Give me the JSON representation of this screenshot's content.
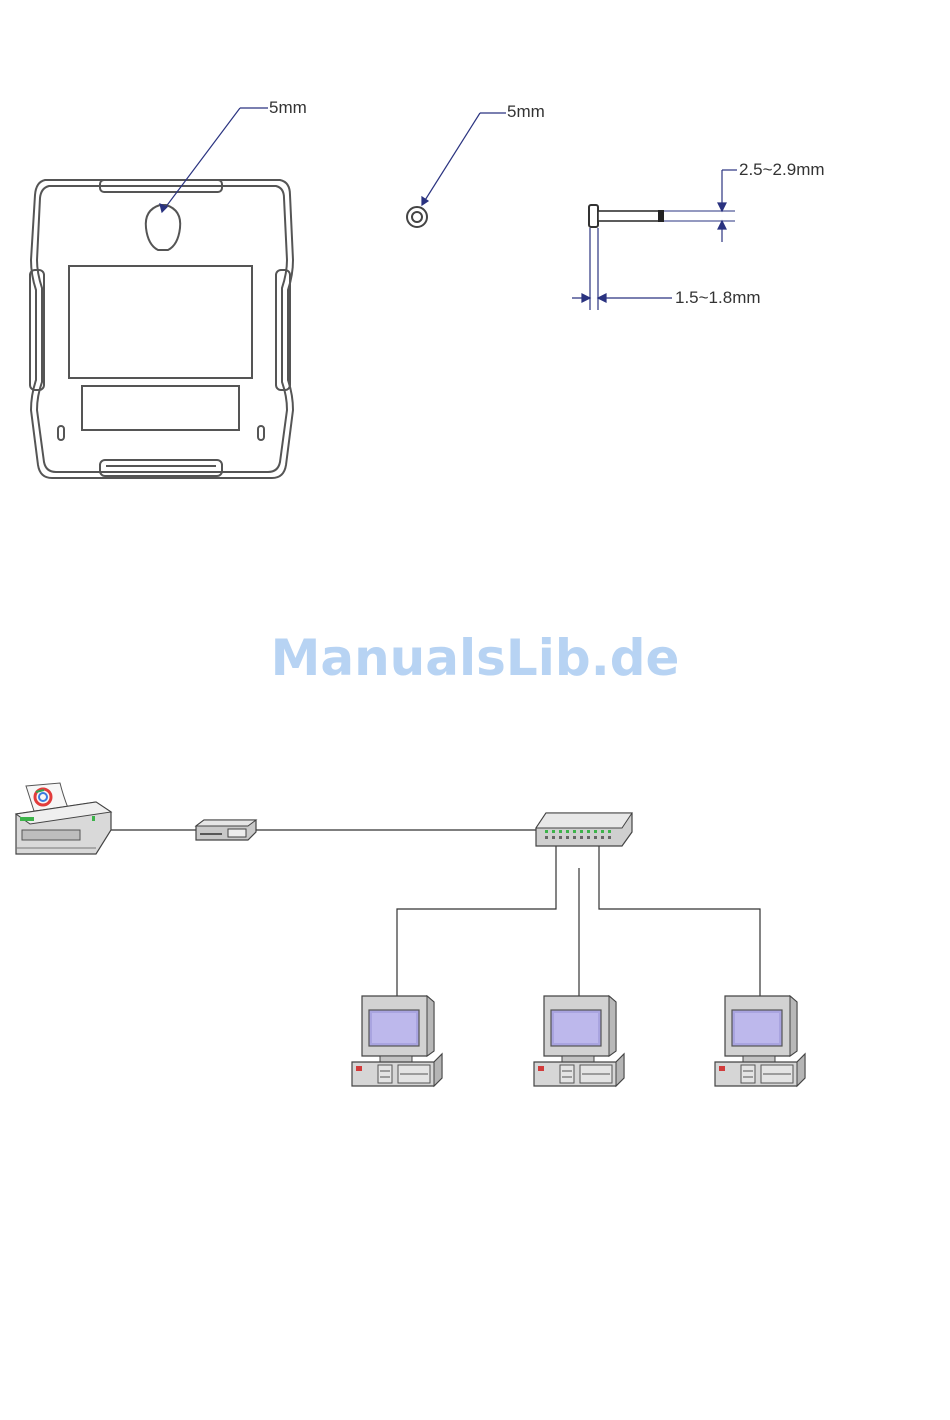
{
  "colors": {
    "outline": "#555555",
    "dimension": "#2a3380",
    "watermark": "#b7d3f3",
    "screen": "#a9a4e0",
    "led_green": "#3cb34a",
    "led_red": "#d23b3b"
  },
  "mounting": {
    "hole_label": "5mm",
    "screw_head_label": "5mm",
    "shaft_diameter_label": "2.5~2.9mm",
    "head_thickness_label": "1.5~1.8mm"
  },
  "watermark": {
    "text": "ManualsLib.de"
  },
  "network": {
    "devices": [
      {
        "icon": "printer-icon"
      },
      {
        "icon": "print-server-icon"
      },
      {
        "icon": "network-switch-icon"
      },
      {
        "icon": "computer-icon"
      },
      {
        "icon": "computer-icon"
      },
      {
        "icon": "computer-icon"
      }
    ]
  }
}
